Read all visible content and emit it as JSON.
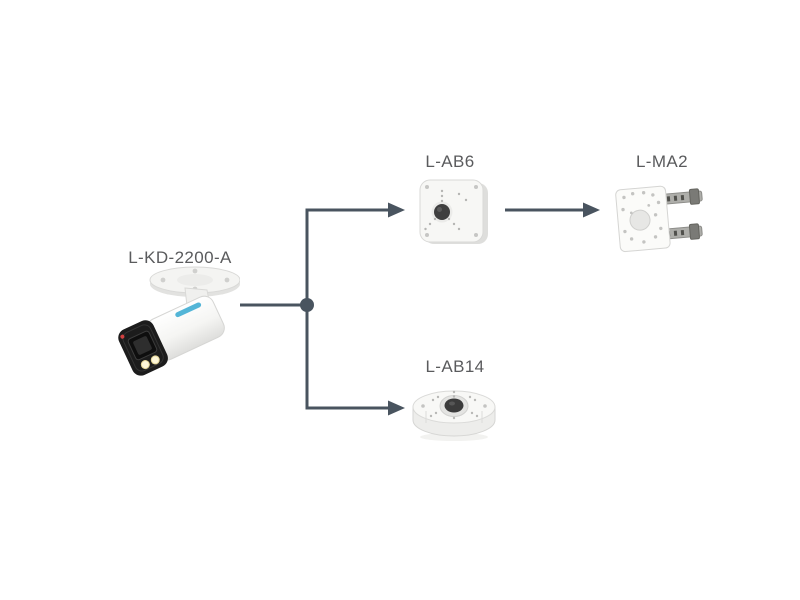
{
  "page": {
    "background": "#ffffff"
  },
  "diagram": {
    "type": "product-compatibility-flow",
    "connector_color": "#49545f",
    "label_color": "#5a5b5d",
    "nodes": [
      {
        "id": "l-kd-2200-a",
        "label": "L-KD-2200-A",
        "type": "bullet-camera"
      },
      {
        "id": "l-ab6",
        "label": "L-AB6",
        "type": "square-junction-box"
      },
      {
        "id": "l-ma2",
        "label": "L-MA2",
        "type": "pole-mount-bracket"
      },
      {
        "id": "l-ab14",
        "label": "L-AB14",
        "type": "round-junction-box"
      }
    ],
    "edges": [
      {
        "from": "L-KD-2200-A",
        "to": "L-AB6"
      },
      {
        "from": "L-KD-2200-A",
        "to": "L-AB14"
      },
      {
        "from": "L-AB6",
        "to": "L-MA2"
      }
    ]
  }
}
